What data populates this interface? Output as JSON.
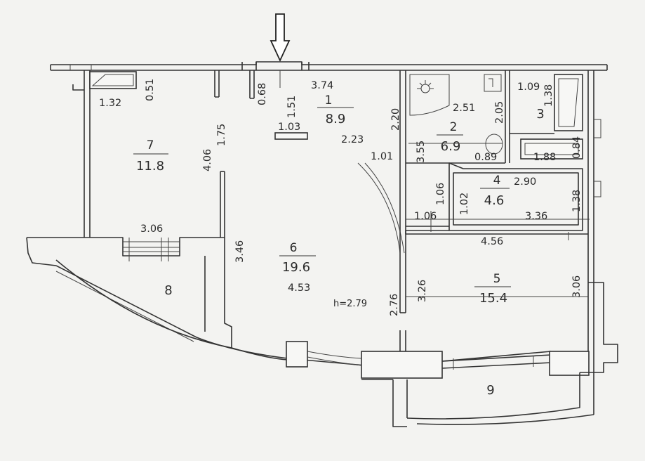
{
  "rooms": [
    {
      "number": "1",
      "area": "8.9"
    },
    {
      "number": "2",
      "area": "6.9"
    },
    {
      "number": "3",
      "area": ""
    },
    {
      "number": "4",
      "area": "4.6"
    },
    {
      "number": "5",
      "area": "15.4"
    },
    {
      "number": "6",
      "area": "19.6"
    },
    {
      "number": "7",
      "area": "11.8"
    },
    {
      "number": "8",
      "area": ""
    },
    {
      "number": "9",
      "area": ""
    }
  ],
  "dimensions": [
    "3.74",
    "1.51",
    "0.68",
    "1.03",
    "1.32",
    "0.51",
    "1.75",
    "4.06",
    "2.20",
    "2.23",
    "1.01",
    "3.55",
    "2.51",
    "2.05",
    "0.89",
    "1.09",
    "1.38",
    "1.88",
    "0.84",
    "2.90",
    "1.06",
    "1.02",
    "1.38",
    "1.06",
    "3.36",
    "3.06",
    "3.46",
    "4.56",
    "4.53",
    "3.26",
    "2.76",
    "3.06"
  ],
  "ceiling_height": "h=2.79",
  "entrance_arrow": "entrance-arrow",
  "colors": {
    "line": "#333333",
    "background": "#f3f3f1"
  }
}
